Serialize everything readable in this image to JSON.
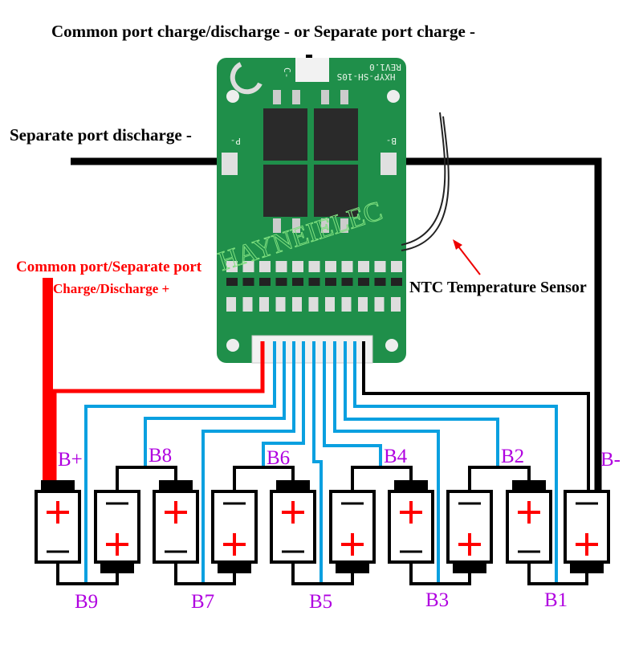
{
  "labels": {
    "top": "Common port charge/discharge - or Separate port charge -",
    "left": "Separate port discharge -",
    "red_line1": "Common port/Separate port",
    "red_line2": "Charge/Discharge +",
    "ntc": "NTC Temperature Sensor"
  },
  "board": {
    "model": "HXYP-SH-10S",
    "revision": "REV1.0",
    "pad_p": "P-",
    "pad_b": "B-",
    "pad_c": "C-",
    "watermark": "HAYNEIELEC",
    "color": "#1f8f4a"
  },
  "taps": {
    "bplus": "B+",
    "b9": "B9",
    "b8": "B8",
    "b7": "B7",
    "b6": "B6",
    "b5": "B5",
    "b4": "B4",
    "b3": "B3",
    "b2": "B2",
    "b1": "B1",
    "bminus": "B-"
  },
  "cell_count": 10,
  "colors": {
    "positive_wire": "#ff0000",
    "balance_wire": "#0aa0e0",
    "negative_wire": "#000000",
    "tap_label": "#b000e0",
    "cell_sign_plus": "#ff0000"
  }
}
